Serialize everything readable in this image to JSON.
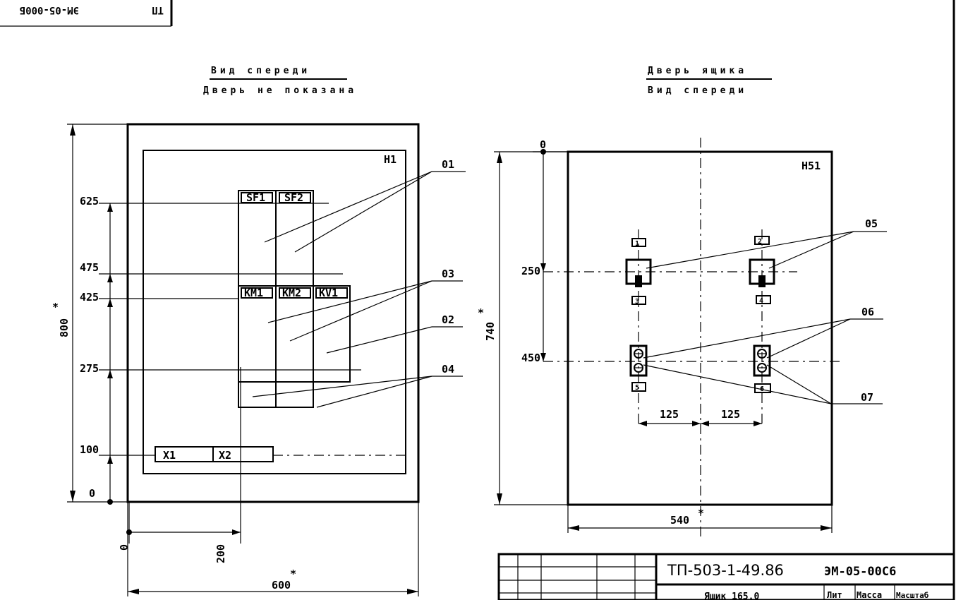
{
  "corner_stamp": {
    "doc_mirrored": "ЭМ-05-000Б",
    "sheet": "ТП"
  },
  "front_view": {
    "title": "Вид спереди",
    "subtitle": "Дверь не показана",
    "panel_tag": "Н1",
    "devices": [
      "SF1",
      "SF2",
      "KM1",
      "KM2",
      "KV1",
      "X1",
      "X2"
    ],
    "dimensions": {
      "height": "800",
      "width": "600",
      "star": "*",
      "levels": [
        "625",
        "475",
        "425",
        "275",
        "100",
        "0"
      ],
      "horizontal": [
        "0",
        "200"
      ]
    },
    "callouts": [
      "01",
      "03",
      "02",
      "04"
    ]
  },
  "door_view": {
    "title": "Дверь ящика",
    "subtitle": "Вид спереди",
    "panel_tag": "Н51",
    "origin": "0",
    "levels": [
      "250",
      "450"
    ],
    "dimensions": {
      "height": "740",
      "width": "540",
      "star": "*",
      "spacing": [
        "125",
        "125"
      ]
    },
    "callouts": [
      "05",
      "06",
      "07"
    ],
    "item_numbers": [
      "1",
      "2",
      "3",
      "4",
      "5",
      "6"
    ]
  },
  "title_block": {
    "project": "ТП-503-1-49.86",
    "doc": "ЭМ-05-00С6",
    "name": "Ящик 165.0",
    "columns": [
      "Лит",
      "Масса",
      "Масштаб"
    ]
  }
}
